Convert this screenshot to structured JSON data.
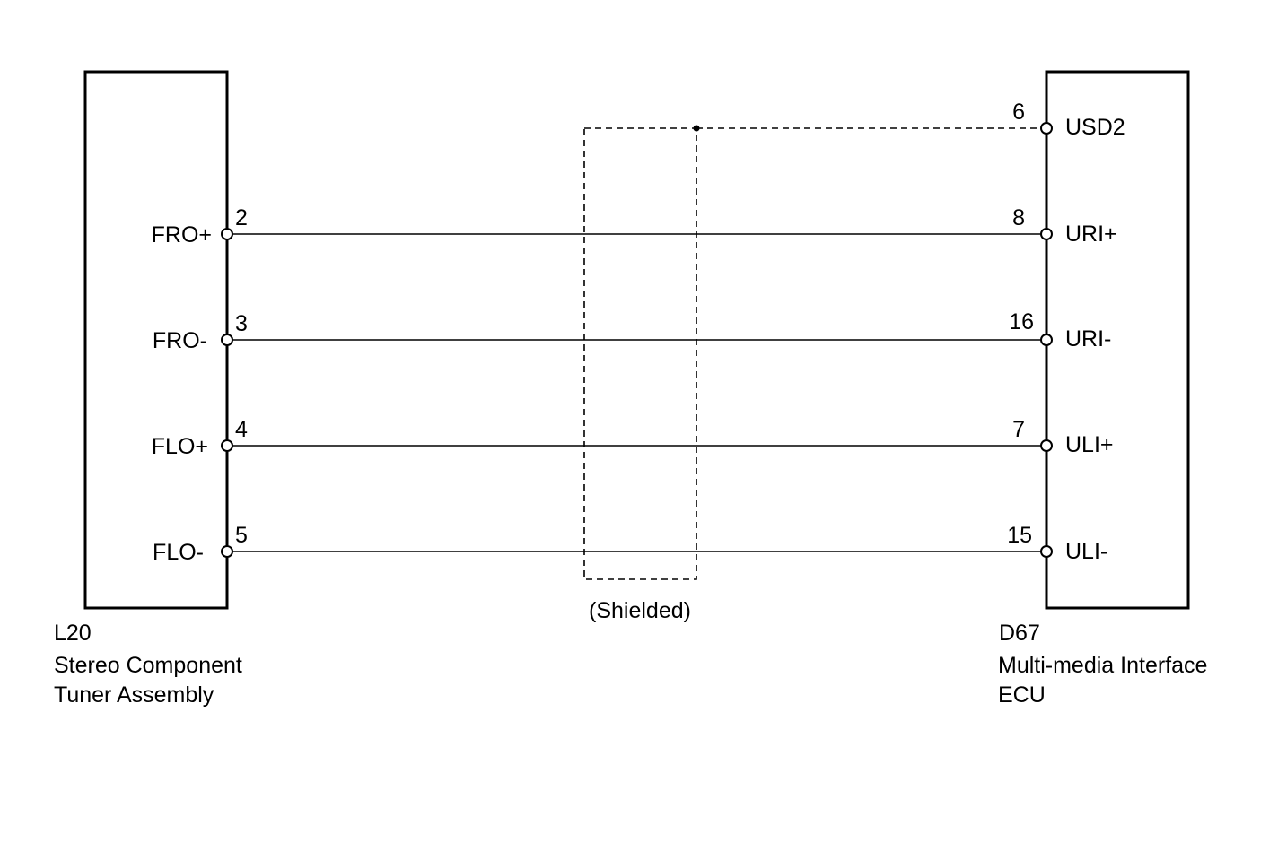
{
  "left_component": {
    "code": "L20",
    "name_line1": "Stereo Component",
    "name_line2": "Tuner Assembly",
    "pins": [
      {
        "num": "2",
        "label": "FRO+"
      },
      {
        "num": "3",
        "label": "FRO-"
      },
      {
        "num": "4",
        "label": "FLO+"
      },
      {
        "num": "5",
        "label": "FLO-"
      }
    ]
  },
  "right_component": {
    "code": "D67",
    "name_line1": "Multi-media Interface",
    "name_line2": "ECU",
    "pins": [
      {
        "num": "6",
        "label": "USD2"
      },
      {
        "num": "8",
        "label": "URI+"
      },
      {
        "num": "16",
        "label": "URI-"
      },
      {
        "num": "7",
        "label": "ULI+"
      },
      {
        "num": "15",
        "label": "ULI-"
      }
    ]
  },
  "shield": {
    "label": "(Shielded)"
  },
  "wires": [
    {
      "from": "L20-2",
      "to": "D67-8"
    },
    {
      "from": "L20-3",
      "to": "D67-16"
    },
    {
      "from": "L20-4",
      "to": "D67-7"
    },
    {
      "from": "L20-5",
      "to": "D67-15"
    },
    {
      "from": "shield",
      "to": "D67-6",
      "style": "dashed"
    }
  ]
}
